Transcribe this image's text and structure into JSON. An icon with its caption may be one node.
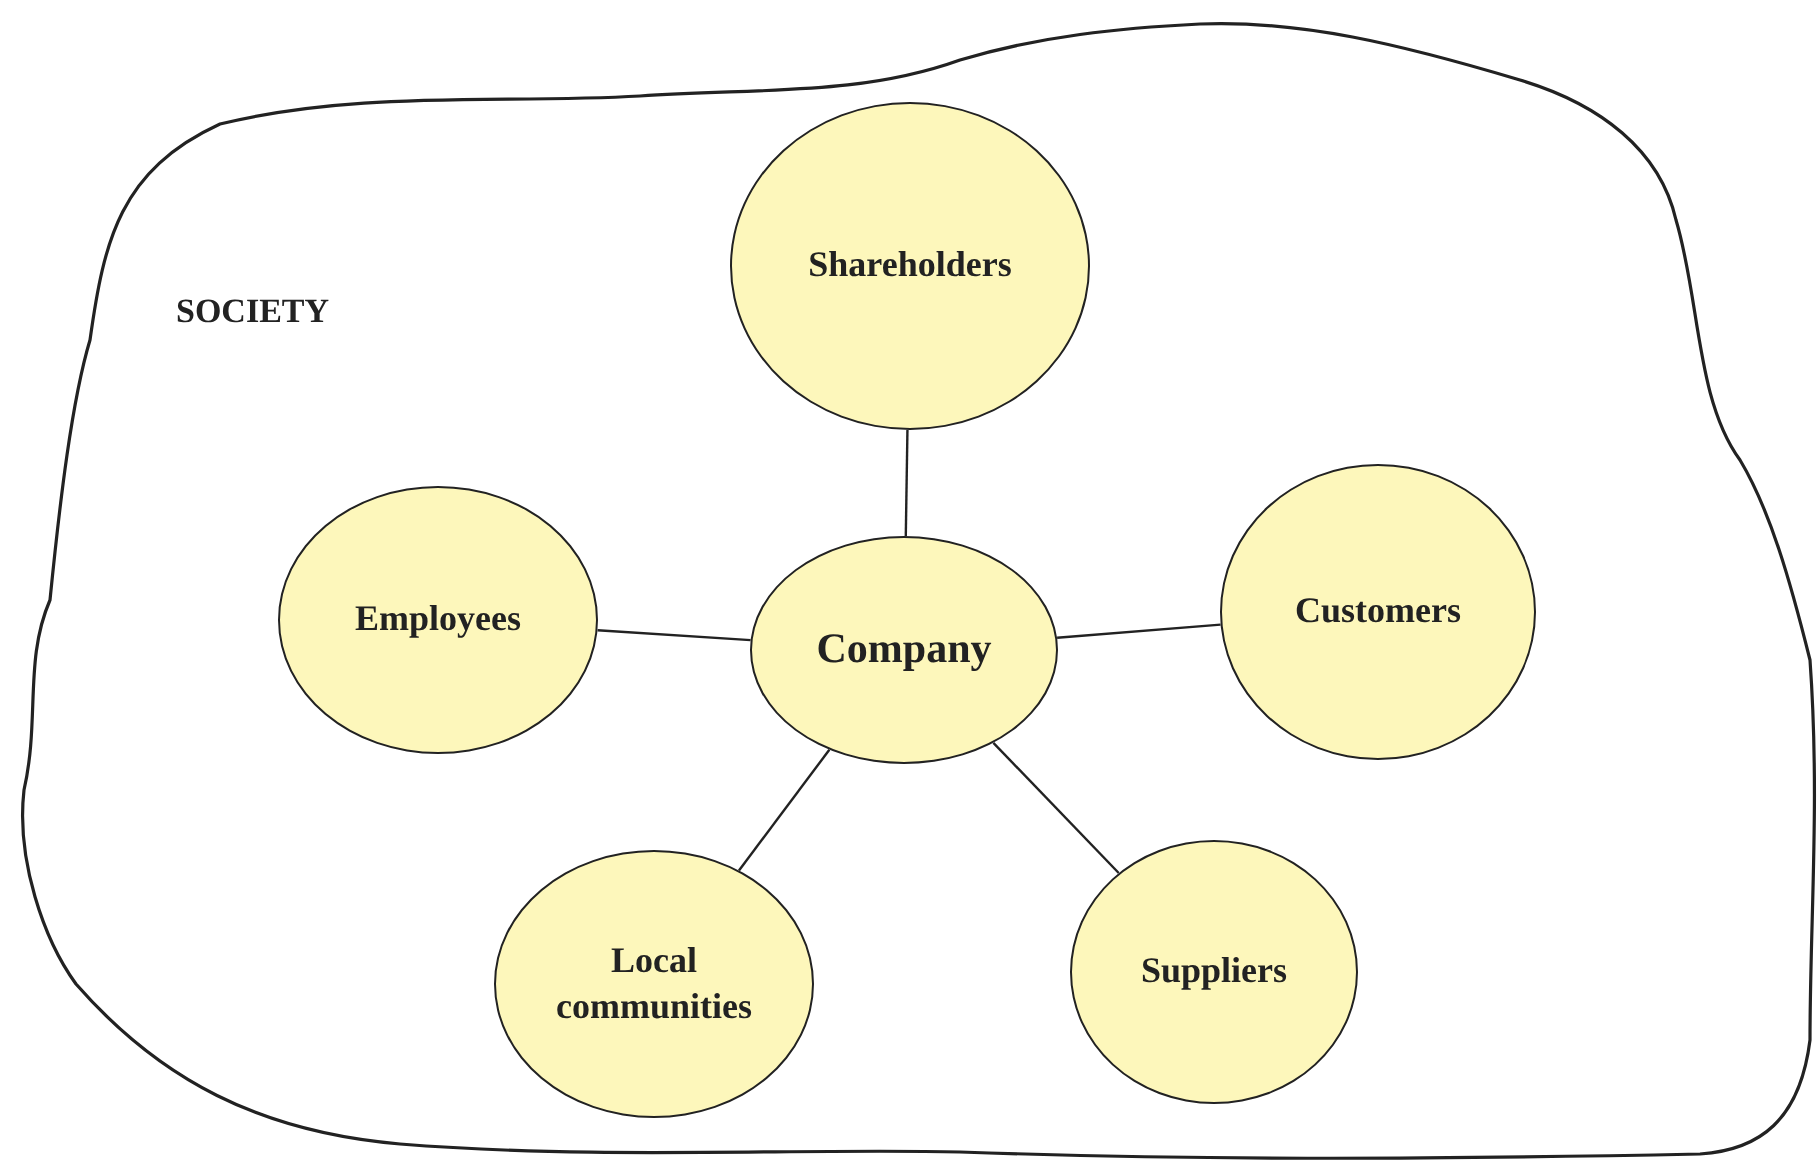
{
  "diagram": {
    "nodes": [
      {
        "text": [
          "SOCIETY"
        ]
      },
      {
        "text": [
          "Shareholders"
        ],
        "in": 0
      },
      {
        "text": [
          "Employees"
        ],
        "in": 0
      },
      {
        "text": [
          "Company"
        ],
        "in": 0
      },
      {
        "text": [
          "Customers"
        ],
        "in": 0
      },
      {
        "text": [
          "Local communities"
        ],
        "in": 0
      },
      {
        "text": [
          "Suppliers"
        ],
        "in": 0
      }
    ],
    "edges": [
      {
        "from": 3,
        "to": 1,
        "arrow": "none"
      },
      {
        "from": 3,
        "to": 2,
        "arrow": "none"
      },
      {
        "from": 3,
        "to": 4,
        "arrow": "none"
      },
      {
        "from": 3,
        "to": 5,
        "arrow": "none"
      },
      {
        "from": 3,
        "to": 6,
        "arrow": "none"
      }
    ]
  }
}
